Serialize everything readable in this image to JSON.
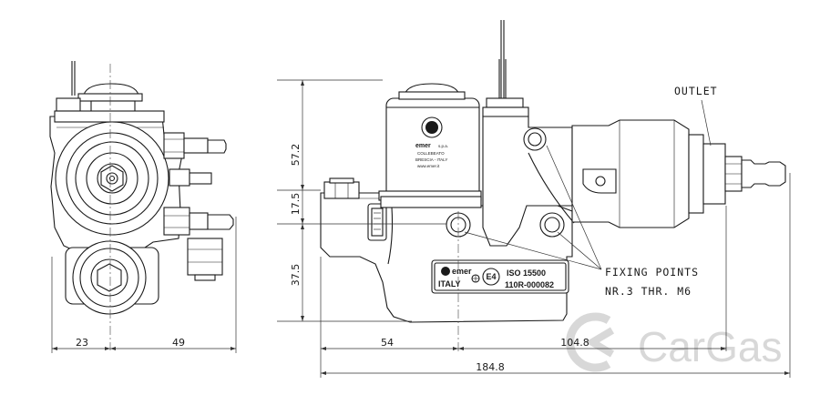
{
  "dimensions": {
    "d_23": "23",
    "d_49": "49",
    "d_54": "54",
    "d_104_8": "104.8",
    "d_184_8": "184.8",
    "d_57_2": "57.2",
    "d_17_5": "17.5",
    "d_37_5": "37.5"
  },
  "labels": {
    "outlet": "OUTLET",
    "fixing_line1": "FIXING POINTS",
    "fixing_line2": "NR.3 THR. M6"
  },
  "nameplate": {
    "brand": "emer",
    "country": "ITALY",
    "approval": "E4",
    "standard": "ISO 15500",
    "code": "110R-000082"
  },
  "solenoid_label": {
    "brand": "emer",
    "suffix": "s.p.a.",
    "line1": "COLLEBEATO",
    "line2": "BRESCIA - ITALY",
    "line3": "www.emer.it"
  },
  "watermark": {
    "text": "CarGas",
    "color": "#d6d6d6"
  }
}
